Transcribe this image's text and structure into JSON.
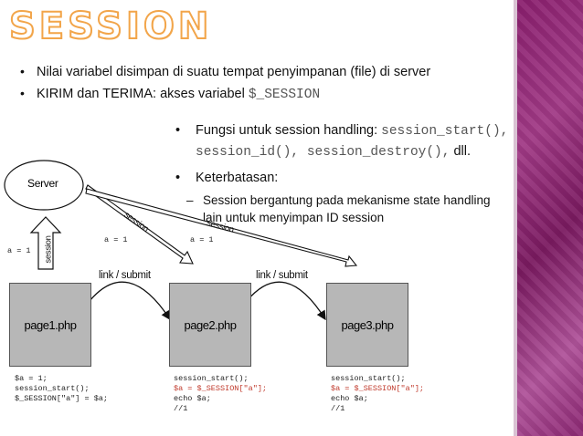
{
  "slide": {
    "title": "SESSION",
    "bullets": [
      {
        "text": "Nilai variabel disimpan di suatu tempat penyimpanan (file) di server"
      },
      {
        "text": "KIRIM dan TERIMA: akses variabel ",
        "code": "$_SESSION"
      }
    ],
    "right": {
      "b1_text": "Fungsi untuk session handling: ",
      "b1_code1": "session_start(),",
      "b1_code2": "session_id(), session_destroy(),",
      "b1_tail": " dll.",
      "b2_text": "Keterbatasan:",
      "sub_dash": "–",
      "sub_line1": "Session bergantung pada mekanisme state handling",
      "sub_line2": "lain untuk menyimpan ID session"
    },
    "bullet_glyph": "•"
  },
  "diagram": {
    "server_label": "Server",
    "up_arrow_label": "session",
    "a_left": "a = 1",
    "a_mid1": "a = 1",
    "a_mid2": "a = 1",
    "diag1_label": "session",
    "diag2_label": "session",
    "link1": "link / submit",
    "link2": "link / submit",
    "pages": [
      "page1.php",
      "page2.php",
      "page3.php"
    ],
    "code1": [
      "$a = 1;",
      "session_start();",
      "$_SESSION[\"a\"] = $a;"
    ],
    "code2": [
      "session_start();",
      "$a = $_SESSION[\"a\"];",
      "echo $a;",
      "//1"
    ],
    "code3": [
      "session_start();",
      "$a = $_SESSION[\"a\"];",
      "echo $a;",
      "//1"
    ]
  },
  "colors": {
    "title_outline": "#f2a54a",
    "side_panel": "#8a1f6e",
    "box_fill": "#b7b7b7",
    "code_highlight": "#c0392b"
  }
}
